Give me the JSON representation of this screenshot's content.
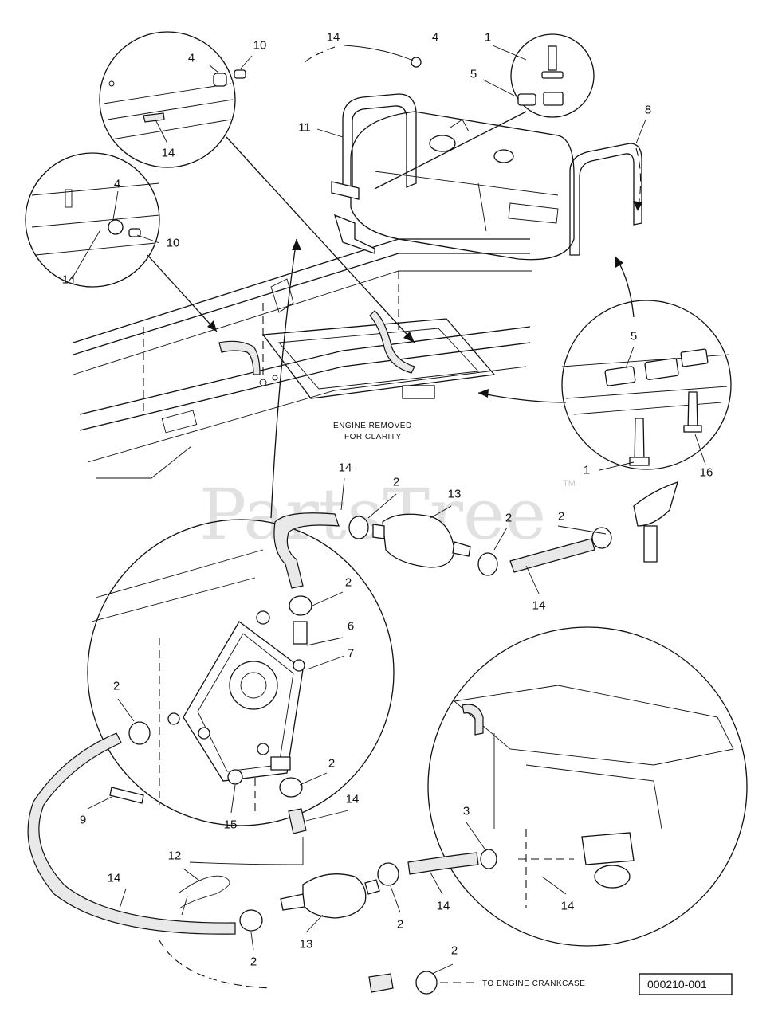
{
  "diagram": {
    "notes": {
      "engine_removed_line1": "ENGINE REMOVED",
      "engine_removed_line2": "FOR CLARITY",
      "to_crankcase": "TO ENGINE CRANKCASE"
    },
    "reference_number": "000210-001",
    "watermark": "PartsTree",
    "trademark": "TM",
    "callouts": [
      {
        "id": "c01",
        "label": "14"
      },
      {
        "id": "c02",
        "label": "4"
      },
      {
        "id": "c03",
        "label": "1"
      },
      {
        "id": "c04",
        "label": "5"
      },
      {
        "id": "c05",
        "label": "11"
      },
      {
        "id": "c06",
        "label": "8"
      },
      {
        "id": "c07",
        "label": "4"
      },
      {
        "id": "c08",
        "label": "10"
      },
      {
        "id": "c09",
        "label": "14"
      },
      {
        "id": "c10",
        "label": "4"
      },
      {
        "id": "c11",
        "label": "10"
      },
      {
        "id": "c12",
        "label": "14"
      },
      {
        "id": "c13",
        "label": "5"
      },
      {
        "id": "c14",
        "label": "1"
      },
      {
        "id": "c15",
        "label": "16"
      },
      {
        "id": "c16",
        "label": "14"
      },
      {
        "id": "c17",
        "label": "2"
      },
      {
        "id": "c18",
        "label": "13"
      },
      {
        "id": "c19",
        "label": "2"
      },
      {
        "id": "c20",
        "label": "2"
      },
      {
        "id": "c21",
        "label": "14"
      },
      {
        "id": "c22",
        "label": "2"
      },
      {
        "id": "c23",
        "label": "6"
      },
      {
        "id": "c24",
        "label": "7"
      },
      {
        "id": "c25",
        "label": "2"
      },
      {
        "id": "c26",
        "label": "2"
      },
      {
        "id": "c27",
        "label": "14"
      },
      {
        "id": "c28",
        "label": "9"
      },
      {
        "id": "c29",
        "label": "15"
      },
      {
        "id": "c30",
        "label": "3"
      },
      {
        "id": "c31",
        "label": "12"
      },
      {
        "id": "c32",
        "label": "14"
      },
      {
        "id": "c33",
        "label": "14"
      },
      {
        "id": "c34",
        "label": "14"
      },
      {
        "id": "c35",
        "label": "2"
      },
      {
        "id": "c36",
        "label": "13"
      },
      {
        "id": "c37",
        "label": "2"
      },
      {
        "id": "c38",
        "label": "2"
      }
    ]
  }
}
